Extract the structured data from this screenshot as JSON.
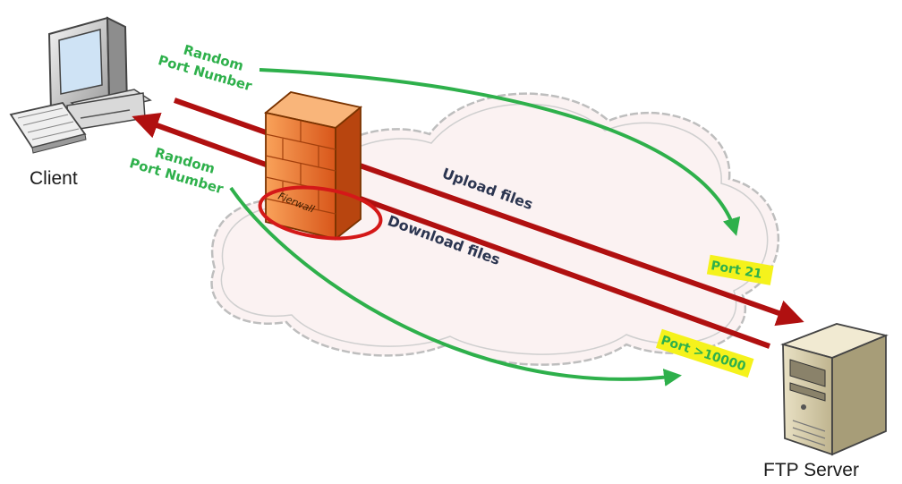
{
  "client": {
    "label": "Client",
    "icon": "desktop-computer-icon"
  },
  "server": {
    "label": "FTP Server",
    "icon": "server-tower-icon"
  },
  "firewall": {
    "label": "Fierwall",
    "icon": "brick-firewall-icon"
  },
  "random_port_top": {
    "line1": "Random",
    "line2": "Port Number"
  },
  "random_port_bottom": {
    "line1": "Random",
    "line2": "Port Number"
  },
  "upload": {
    "label": "Upload files"
  },
  "download": {
    "label": "Download files"
  },
  "port21": {
    "label": "Port 21"
  },
  "port10000": {
    "label": "Port >10000"
  },
  "colors": {
    "control_arrow": "#2eb04b",
    "data_arrow": "#b01010",
    "highlight": "#f5f21c",
    "firewall": "#f07a2a",
    "firewall_circle": "#d41818"
  }
}
